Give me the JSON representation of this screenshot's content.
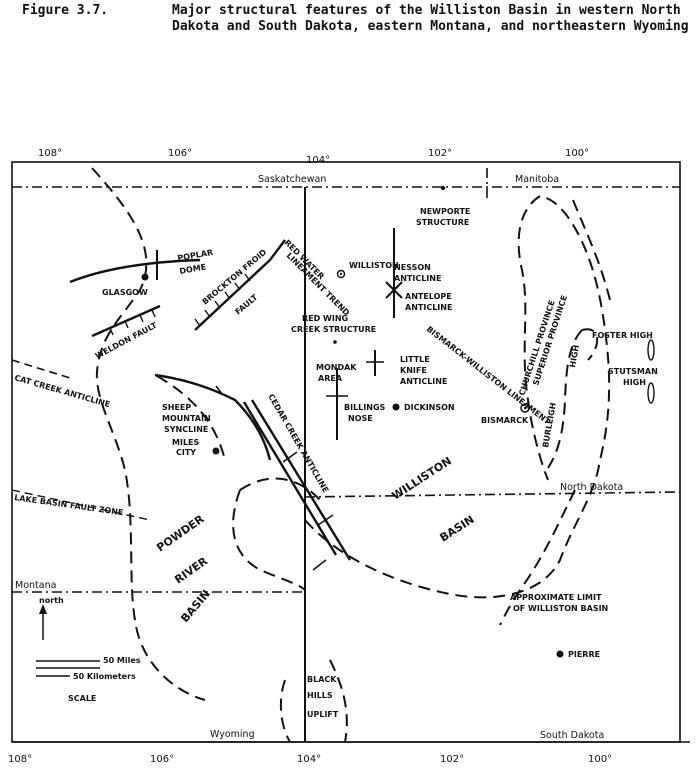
{
  "caption": {
    "label": "Figure 3.7.",
    "text": "Major structural features of the Williston Basin in western North Dakota and South Dakota, eastern Montana, and northeastern Wyoming"
  },
  "longitudes": {
    "top": [
      "108°",
      "106°",
      "104°",
      "102°",
      "100°"
    ],
    "bottom": [
      "108°",
      "106°",
      "104°",
      "102°",
      "100°"
    ]
  },
  "regions": {
    "saskatchewan": "Saskatchewan",
    "manitoba": "Manitoba",
    "north_dakota": "North Dakota",
    "montana": "Montana",
    "wyoming": "Wyoming",
    "south_dakota": "South Dakota"
  },
  "cities": {
    "glasgow": "GLASGOW",
    "williston": "WILLISTON",
    "miles_city_1": "MILES",
    "miles_city_2": "CITY",
    "dickinson": "DICKINSON",
    "bismarck": "BISMARCK",
    "pierre": "PIERRE"
  },
  "features": {
    "newporte_1": "NEWPORTE",
    "newporte_2": "STRUCTURE",
    "poplar_1": "POPLAR",
    "poplar_2": "DOME",
    "brockton_1": "BROCKTON FROID",
    "brockton_2": "FAULT",
    "red_water": "RED WATER",
    "lineament": "LINEAMENT TREND",
    "nesson_1": "NESSON",
    "nesson_2": "ANTICLINE",
    "antelope_1": "ANTELOPE",
    "antelope_2": "ANTICLINE",
    "red_wing_1": "RED WING",
    "red_wing_2": "CREEK STRUCTURE",
    "weldon": "WELDON FAULT",
    "cat_creek": "CAT CREEK ANTICLINE",
    "bismarck_williston": "BISMARCK-WILLISTON LINEAMENT",
    "churchill": "CHURCHILL PROVINCE",
    "superior": "SUPERIOR PROVINCE",
    "foster": "FOSTER HIGH",
    "stutsman_1": "STUTSMAN",
    "stutsman_2": "HIGH",
    "burleigh": "BURLEIGH",
    "burleigh_high": "HIGH",
    "little_knife_1": "LITTLE",
    "little_knife_2": "KNIFE",
    "little_knife_3": "ANTICLINE",
    "billings_1": "BILLINGS",
    "billings_2": "NOSE",
    "minnesota_1": "MONDAK",
    "minnesota_2": "AREA",
    "sheep_1": "SHEEP",
    "sheep_2": "MOUNTAIN",
    "sheep_3": "SYNCLINE",
    "cedar_creek": "CEDAR CREEK ANTICLINE",
    "lake_basin": "LAKE BASIN FAULT ZONE",
    "williston_basin_1": "WILLISTON",
    "williston_basin_2": "BASIN",
    "powder_1": "POWDER",
    "powder_2": "RIVER",
    "powder_3": "BASIN",
    "approx_1": "APPROXIMATE LIMIT",
    "approx_2": "OF WILLISTON BASIN",
    "black_1": "BLACK",
    "black_2": "HILLS",
    "black_3": "UPLIFT"
  },
  "legend": {
    "north": "north",
    "miles": "50 Miles",
    "km": "50 Kilometers",
    "scale": "SCALE"
  }
}
